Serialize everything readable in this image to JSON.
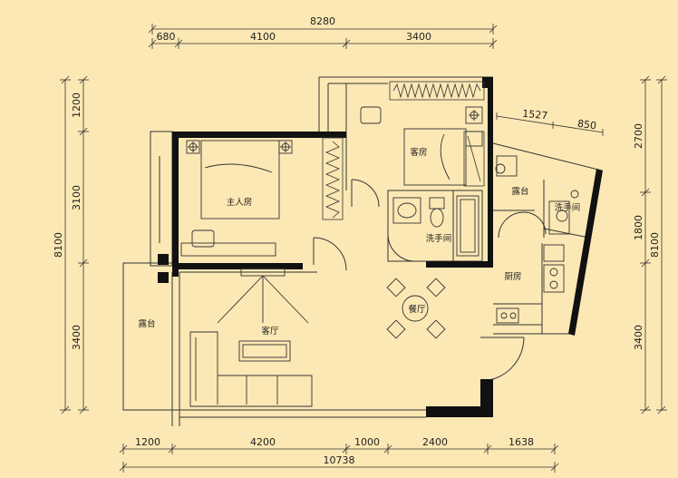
{
  "dimensions": {
    "top": {
      "total": "8280",
      "segments": [
        "680",
        "4100",
        "3400"
      ],
      "right_upper": [
        "1527",
        "850"
      ]
    },
    "bottom": {
      "segments": [
        "1200",
        "4200",
        "1000",
        "2400",
        "1638"
      ],
      "total": "10738"
    },
    "left": {
      "segments": [
        "1200",
        "3100",
        "3400"
      ],
      "total": "8100"
    },
    "right": {
      "segments": [
        "2700",
        "1800",
        "3400"
      ],
      "total": "8100"
    }
  },
  "rooms": {
    "master_bedroom": "主人房",
    "guest_room": "客房",
    "bathroom_1": "洗手间",
    "bathroom_2": "洗手间",
    "balcony_right": "露台",
    "balcony_left": "露台",
    "kitchen": "厨房",
    "dining": "餐厅",
    "living": "客厅"
  },
  "colors": {
    "background": "#fce8b4",
    "wall": "#111111",
    "line": "#333333"
  }
}
